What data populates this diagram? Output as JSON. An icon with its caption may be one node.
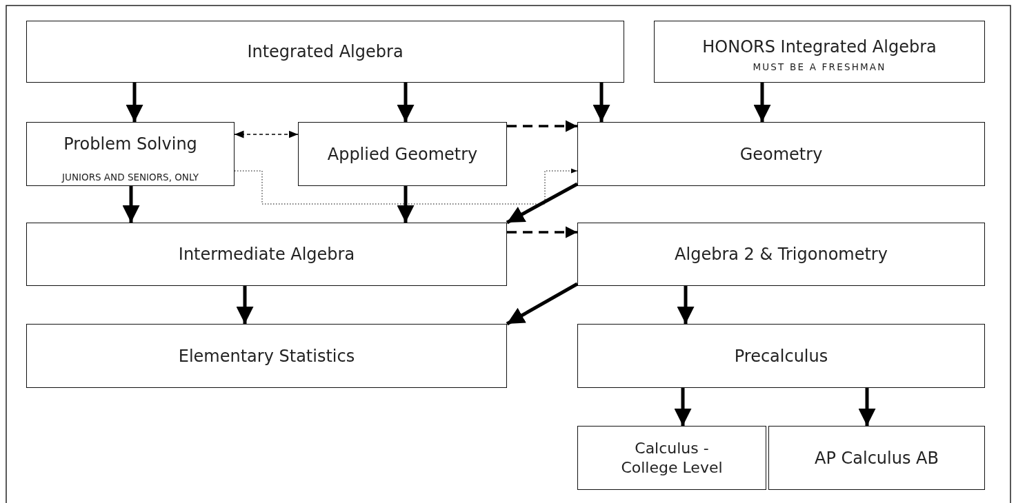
{
  "diagram": {
    "nodes": [
      {
        "text": [
          "Integrated Algebra"
        ]
      },
      {
        "text": [
          "HONORS Integrated Algebra",
          "MUST BE A FRESHMAN"
        ]
      },
      {
        "text": [
          "Problem Solving",
          "JUNIORS AND SENIORS, ONLY"
        ]
      },
      {
        "text": [
          "Applied Geometry"
        ]
      },
      {
        "text": [
          "Geometry"
        ]
      },
      {
        "text": [
          "Intermediate Algebra"
        ]
      },
      {
        "text": [
          "Algebra 2 & Trigonometry"
        ]
      },
      {
        "text": [
          "Elementary Statistics"
        ]
      },
      {
        "text": [
          "Precalculus"
        ]
      },
      {
        "text": [
          "Calculus - College Level"
        ]
      },
      {
        "text": [
          "AP Calculus AB"
        ]
      }
    ],
    "edges": [
      {
        "from": 0,
        "to": 2,
        "arrow": "to"
      },
      {
        "from": 0,
        "to": 3,
        "arrow": "to"
      },
      {
        "from": 0,
        "to": 4,
        "arrow": "to"
      },
      {
        "from": 1,
        "to": 4,
        "arrow": "to"
      },
      {
        "from": 2,
        "to": 3,
        "arrow": "both",
        "style": "dashed"
      },
      {
        "from": 3,
        "to": 4,
        "arrow": "to",
        "style": "dashed"
      },
      {
        "from": 2,
        "to": 4,
        "arrow": "to",
        "style": "dashed"
      },
      {
        "from": 2,
        "to": 5,
        "arrow": "to"
      },
      {
        "from": 3,
        "to": 5,
        "arrow": "to"
      },
      {
        "from": 4,
        "to": 5,
        "arrow": "to"
      },
      {
        "from": 5,
        "to": 6,
        "arrow": "to",
        "style": "dashed"
      },
      {
        "from": 5,
        "to": 7,
        "arrow": "to"
      },
      {
        "from": 6,
        "to": 7,
        "arrow": "to"
      },
      {
        "from": 6,
        "to": 8,
        "arrow": "to"
      },
      {
        "from": 8,
        "to": 9,
        "arrow": "to"
      },
      {
        "from": 8,
        "to": 10,
        "arrow": "to"
      }
    ]
  }
}
